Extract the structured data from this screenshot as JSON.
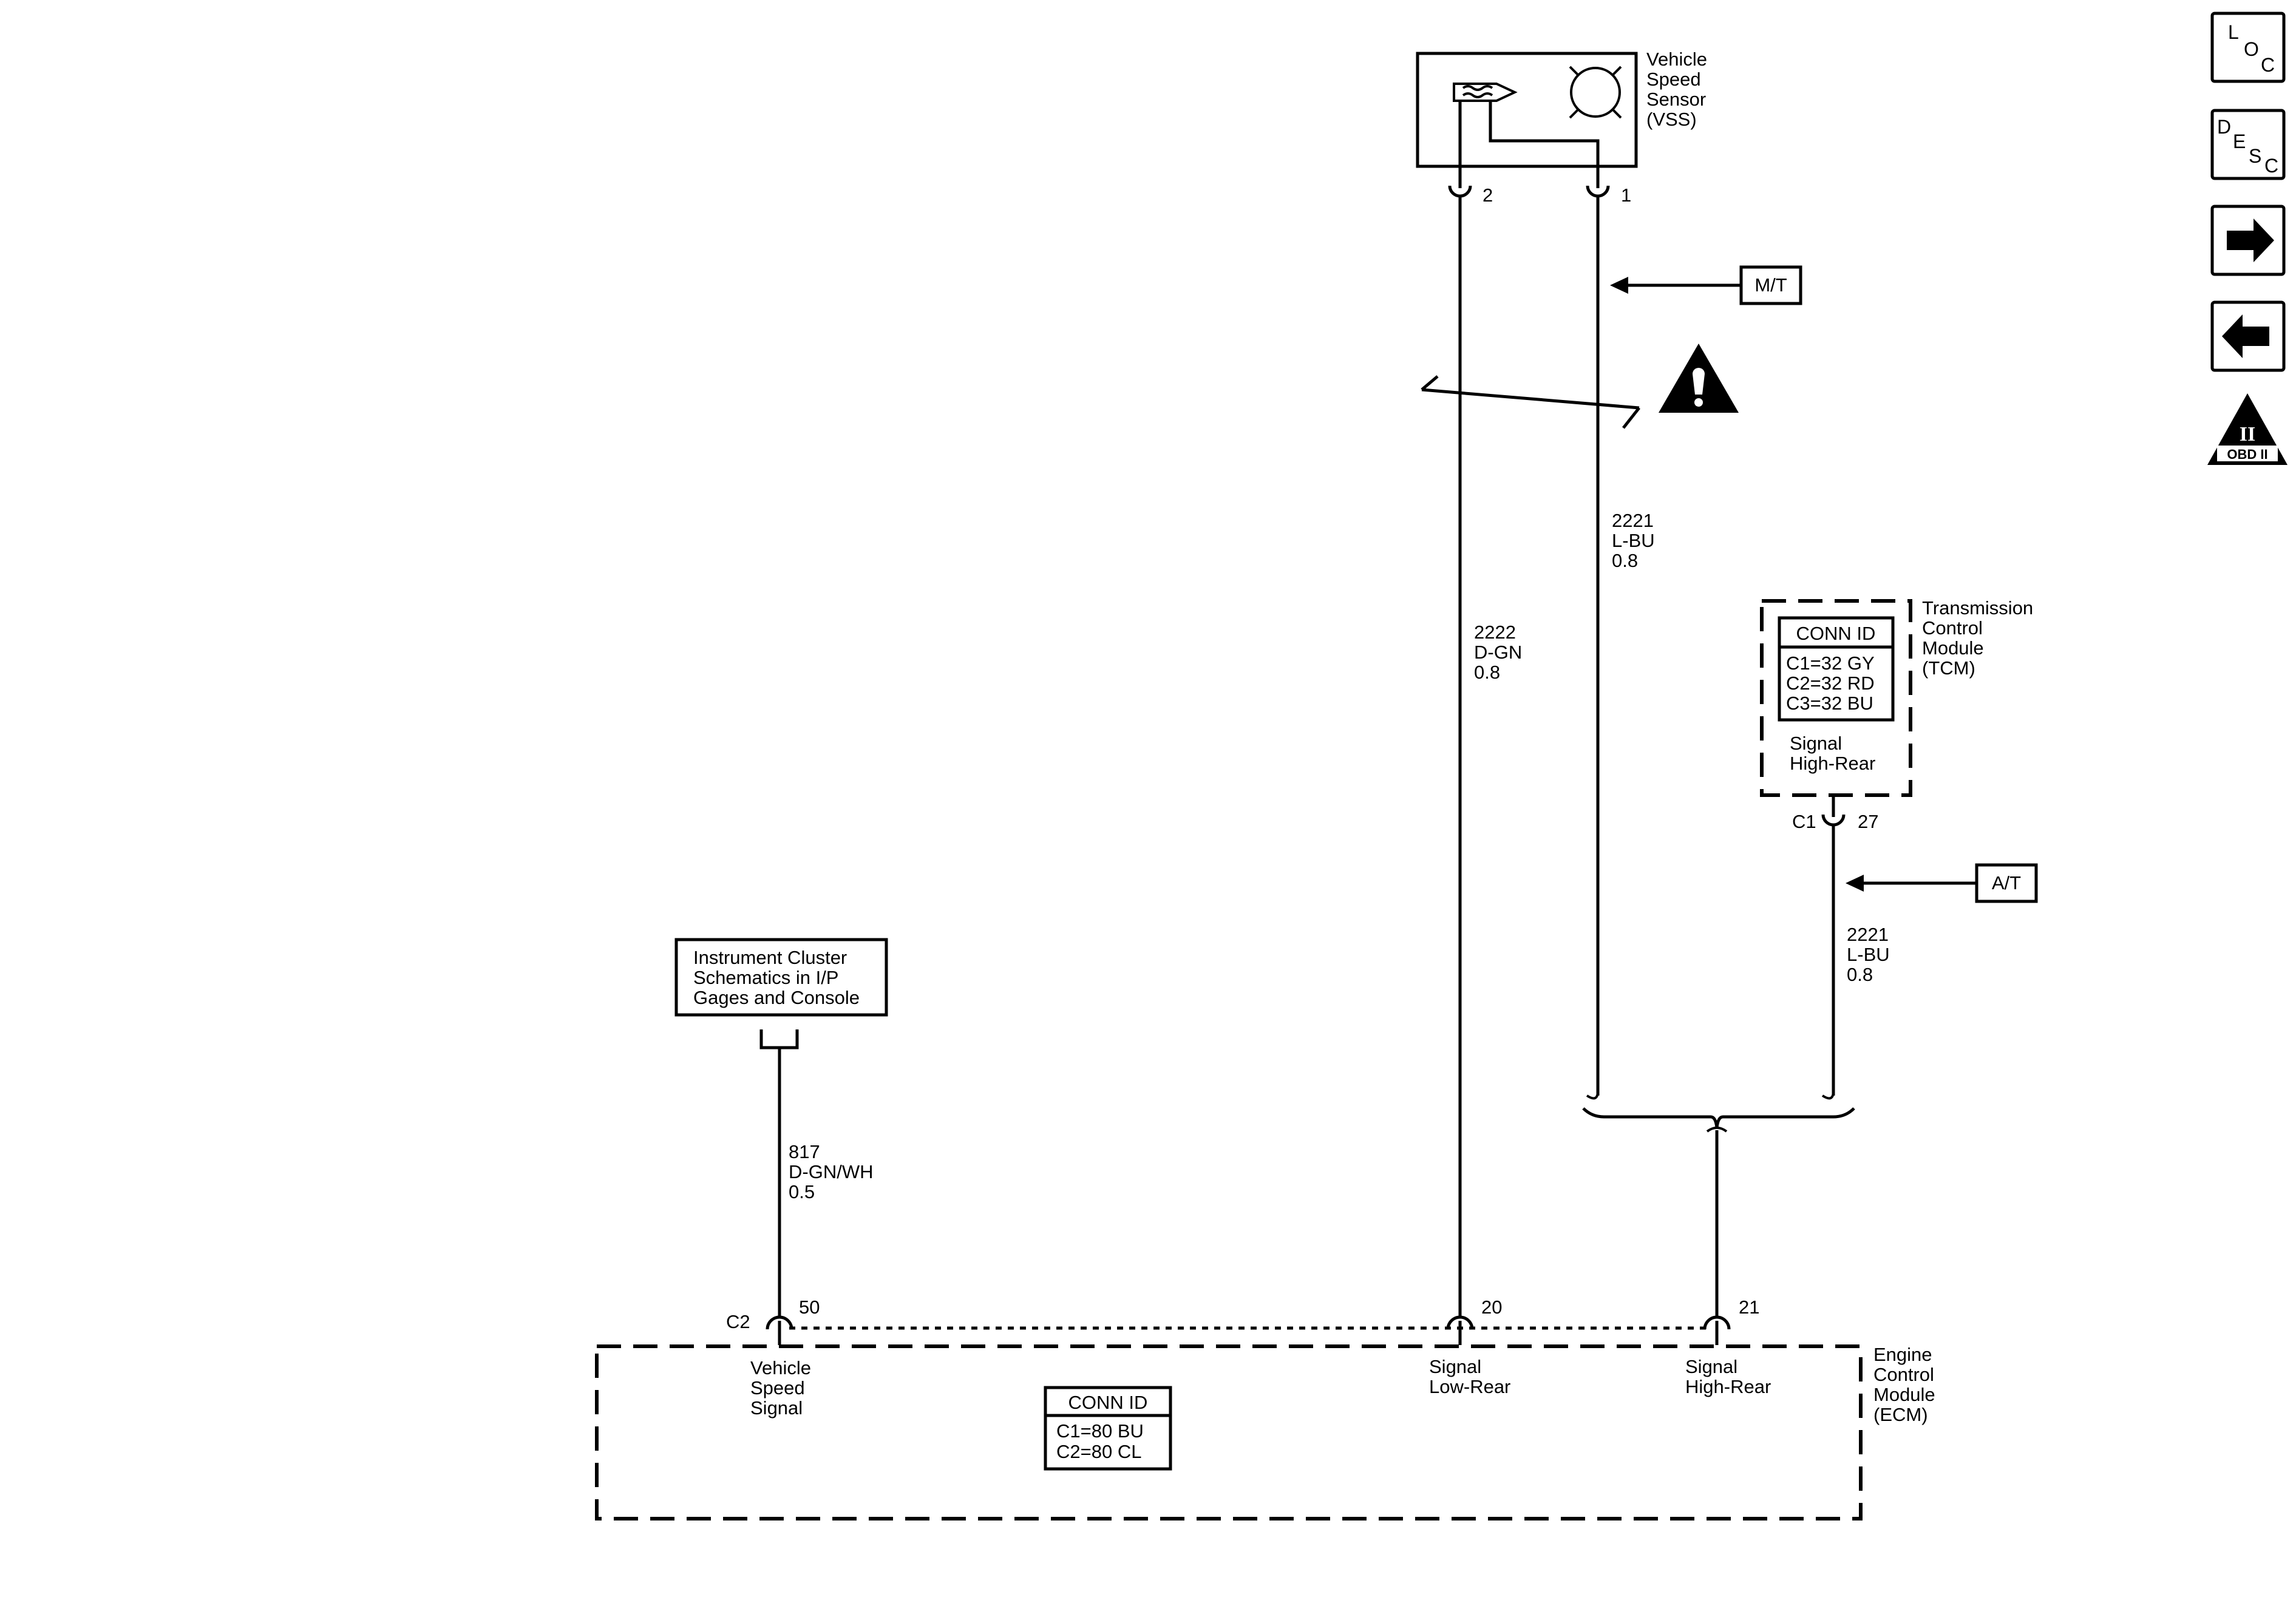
{
  "sensor": {
    "label_lines": [
      "Vehicle",
      "Speed",
      "Sensor",
      "(VSS)"
    ],
    "pin_a": "2",
    "pin_b": "1"
  },
  "mt_tag": "M/T",
  "at_tag": "A/T",
  "wires": {
    "w2222": {
      "circuit": "2222",
      "color": "D-GN",
      "gauge": "0.8"
    },
    "w2221_upper": {
      "circuit": "2221",
      "color": "L-BU",
      "gauge": "0.8"
    },
    "w2221_lower": {
      "circuit": "2221",
      "color": "L-BU",
      "gauge": "0.8"
    },
    "w817": {
      "circuit": "817",
      "color": "D-GN/WH",
      "gauge": "0.5"
    }
  },
  "tcm": {
    "label_lines": [
      "Transmission",
      "Control",
      "Module",
      "(TCM)"
    ],
    "conn_title": "CONN ID",
    "conn_lines": [
      "C1=32 GY",
      "C2=32 RD",
      "C3=32 BU"
    ],
    "signal_lines": [
      "Signal",
      "High-Rear"
    ],
    "connector": "C1",
    "pin": "27"
  },
  "instrument_cluster": {
    "lines": [
      "Instrument Cluster",
      "Schematics in I/P",
      "Gages and Console"
    ]
  },
  "ecm": {
    "label_lines": [
      "Engine",
      "Control",
      "Module",
      "(ECM)"
    ],
    "conn_title": "CONN ID",
    "conn_lines": [
      "C1=80 BU",
      "C2=80 CL"
    ],
    "connector": "C2",
    "pins": {
      "p50": {
        "number": "50",
        "lines": [
          "Vehicle",
          "Speed",
          "Signal"
        ]
      },
      "p20": {
        "number": "20",
        "lines": [
          "Signal",
          "Low-Rear"
        ]
      },
      "p21": {
        "number": "21",
        "lines": [
          "Signal",
          "High-Rear"
        ]
      }
    }
  },
  "nav": {
    "loc": [
      "L",
      "O",
      "C"
    ],
    "desc": [
      "D",
      "E",
      "S",
      "C"
    ],
    "obd": {
      "roman": "II",
      "text": "OBD II"
    }
  }
}
